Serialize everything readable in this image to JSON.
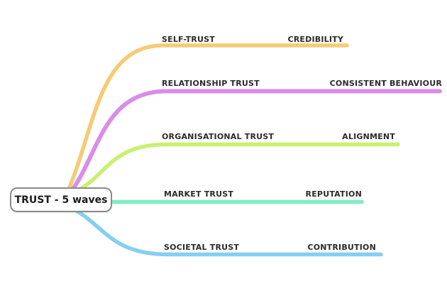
{
  "root": {
    "label": "TRUST - 5 waves"
  },
  "branches": [
    {
      "id": "self-trust",
      "label": "SELF-TRUST",
      "keyword": "CREDIBILITY",
      "color": "#F5CB74"
    },
    {
      "id": "relationship-trust",
      "label": "RELATIONSHIP TRUST",
      "keyword": "CONSISTENT BEHAVIOUR",
      "color": "#D98DE8"
    },
    {
      "id": "organisational-trust",
      "label": "ORGANISATIONAL TRUST",
      "keyword": "ALIGNMENT",
      "color": "#C8F16F"
    },
    {
      "id": "market-trust",
      "label": "MARKET TRUST",
      "keyword": "REPUTATION",
      "color": "#7EEEC4"
    },
    {
      "id": "societal-trust",
      "label": "SOCIETAL TRUST",
      "keyword": "CONTRIBUTION",
      "color": "#84CFF2"
    }
  ],
  "colors": {
    "background": "#FFFFFF",
    "node_border": "#8B8B8B",
    "node_background": "#FFFFFF",
    "label_text": "#2B2B2B"
  }
}
